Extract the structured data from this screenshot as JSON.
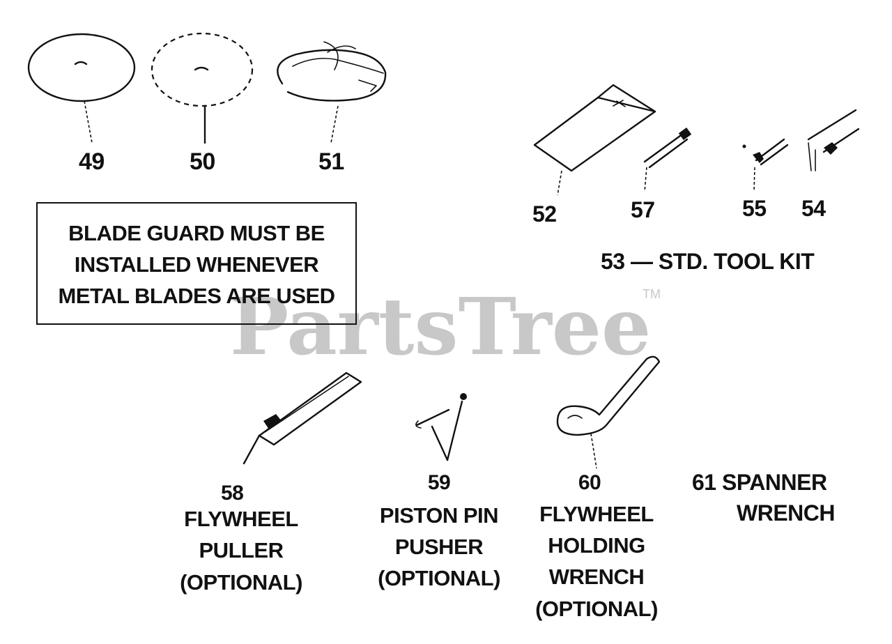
{
  "watermark": {
    "text": "PartsTree",
    "tm": "TM"
  },
  "parts": {
    "p49": "49",
    "p50": "50",
    "p51": "51",
    "p52": "52",
    "p57": "57",
    "p55": "55",
    "p54": "54",
    "kit": "53 — STD. TOOL KIT",
    "p58": "58",
    "p59": "59",
    "p60": "60",
    "p61": "61 SPANNER",
    "p61_line2": "WRENCH"
  },
  "notice": {
    "line1": "BLADE GUARD MUST BE",
    "line2": "INSTALLED WHENEVER",
    "line3": "METAL BLADES ARE USED"
  },
  "descriptions": {
    "flywheel_puller": [
      "FLYWHEEL",
      "PULLER",
      "(OPTIONAL)"
    ],
    "piston_pin_pusher": [
      "PISTON PIN",
      "PUSHER",
      "(OPTIONAL)"
    ],
    "flywheel_holding_wrench": [
      "FLYWHEEL",
      "HOLDING",
      "WRENCH",
      "(OPTIONAL)"
    ]
  },
  "colors": {
    "ink": "#111111",
    "watermark": "#c8c8c8",
    "background": "#ffffff"
  }
}
